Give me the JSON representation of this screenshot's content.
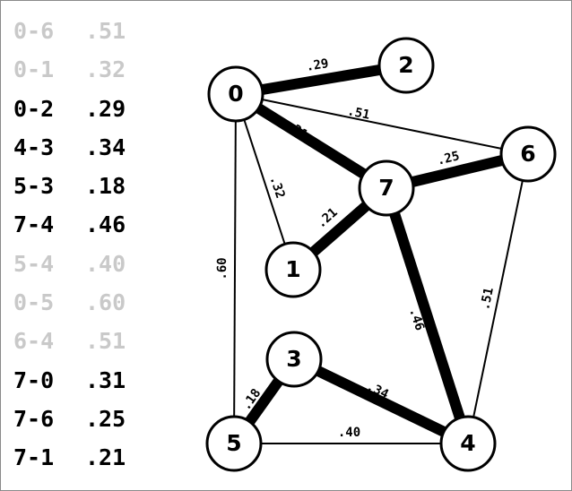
{
  "colors": {
    "active_text": "#000000",
    "inactive_text": "#c9c9c9",
    "edge": "#000000",
    "node_fill": "#ffffff"
  },
  "edge_list": [
    {
      "pair": "0-6",
      "weight": ".51",
      "in_tree": false
    },
    {
      "pair": "0-1",
      "weight": ".32",
      "in_tree": false
    },
    {
      "pair": "0-2",
      "weight": ".29",
      "in_tree": true
    },
    {
      "pair": "4-3",
      "weight": ".34",
      "in_tree": true
    },
    {
      "pair": "5-3",
      "weight": ".18",
      "in_tree": true
    },
    {
      "pair": "7-4",
      "weight": ".46",
      "in_tree": true
    },
    {
      "pair": "5-4",
      "weight": ".40",
      "in_tree": false
    },
    {
      "pair": "0-5",
      "weight": ".60",
      "in_tree": false
    },
    {
      "pair": "6-4",
      "weight": ".51",
      "in_tree": false
    },
    {
      "pair": "7-0",
      "weight": ".31",
      "in_tree": true
    },
    {
      "pair": "7-6",
      "weight": ".25",
      "in_tree": true
    },
    {
      "pair": "7-1",
      "weight": ".21",
      "in_tree": true
    }
  ],
  "graph": {
    "nodes": [
      "0",
      "1",
      "2",
      "3",
      "4",
      "5",
      "6",
      "7"
    ],
    "edges": [
      {
        "from": "0",
        "to": "2",
        "label": ".29",
        "in_tree": true
      },
      {
        "from": "0",
        "to": "6",
        "label": ".51",
        "in_tree": false
      },
      {
        "from": "0",
        "to": "7",
        "label": ".31",
        "in_tree": true
      },
      {
        "from": "0",
        "to": "1",
        "label": ".32",
        "in_tree": false
      },
      {
        "from": "0",
        "to": "5",
        "label": ".60",
        "in_tree": false
      },
      {
        "from": "7",
        "to": "6",
        "label": ".25",
        "in_tree": true
      },
      {
        "from": "7",
        "to": "1",
        "label": ".21",
        "in_tree": true
      },
      {
        "from": "7",
        "to": "4",
        "label": ".46",
        "in_tree": true
      },
      {
        "from": "6",
        "to": "4",
        "label": ".51",
        "in_tree": false
      },
      {
        "from": "3",
        "to": "5",
        "label": ".18",
        "in_tree": true
      },
      {
        "from": "3",
        "to": "4",
        "label": ".34",
        "in_tree": true
      },
      {
        "from": "5",
        "to": "4",
        "label": ".40",
        "in_tree": false
      }
    ]
  }
}
